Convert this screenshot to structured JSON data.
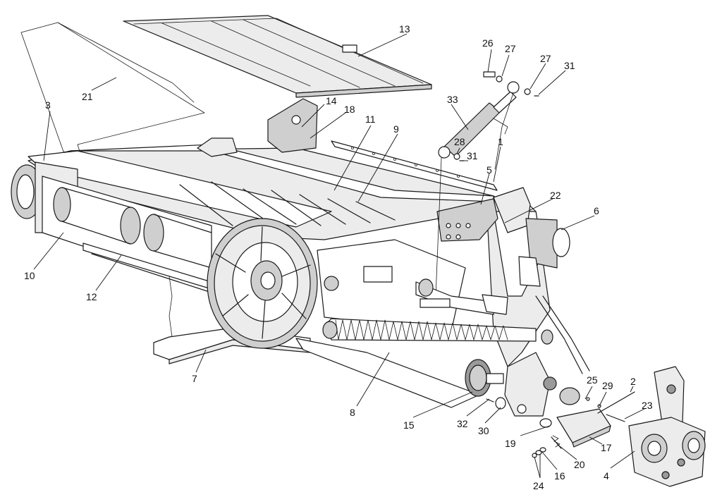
{
  "diagram": {
    "callouts": [
      {
        "id": "c1",
        "label": "1"
      },
      {
        "id": "c2",
        "label": "2"
      },
      {
        "id": "c3",
        "label": "3"
      },
      {
        "id": "c4",
        "label": "4"
      },
      {
        "id": "c5",
        "label": "5"
      },
      {
        "id": "c6",
        "label": "6"
      },
      {
        "id": "c7",
        "label": "7"
      },
      {
        "id": "c8",
        "label": "8"
      },
      {
        "id": "c9",
        "label": "9"
      },
      {
        "id": "c10",
        "label": "10"
      },
      {
        "id": "c11",
        "label": "11"
      },
      {
        "id": "c12",
        "label": "12"
      },
      {
        "id": "c13",
        "label": "13"
      },
      {
        "id": "c14",
        "label": "14"
      },
      {
        "id": "c15",
        "label": "15"
      },
      {
        "id": "c16",
        "label": "16"
      },
      {
        "id": "c17",
        "label": "17"
      },
      {
        "id": "c18",
        "label": "18"
      },
      {
        "id": "c19",
        "label": "19"
      },
      {
        "id": "c20",
        "label": "20"
      },
      {
        "id": "c21",
        "label": "21"
      },
      {
        "id": "c22",
        "label": "22"
      },
      {
        "id": "c23",
        "label": "23"
      },
      {
        "id": "c24",
        "label": "24"
      },
      {
        "id": "c25",
        "label": "25"
      },
      {
        "id": "c26",
        "label": "26"
      },
      {
        "id": "c27a",
        "label": "27"
      },
      {
        "id": "c27b",
        "label": "27"
      },
      {
        "id": "c28",
        "label": "28"
      },
      {
        "id": "c29",
        "label": "29"
      },
      {
        "id": "c30",
        "label": "30"
      },
      {
        "id": "c31a",
        "label": "31"
      },
      {
        "id": "c31b",
        "label": "31"
      },
      {
        "id": "c32",
        "label": "32"
      },
      {
        "id": "c33",
        "label": "33"
      }
    ]
  }
}
